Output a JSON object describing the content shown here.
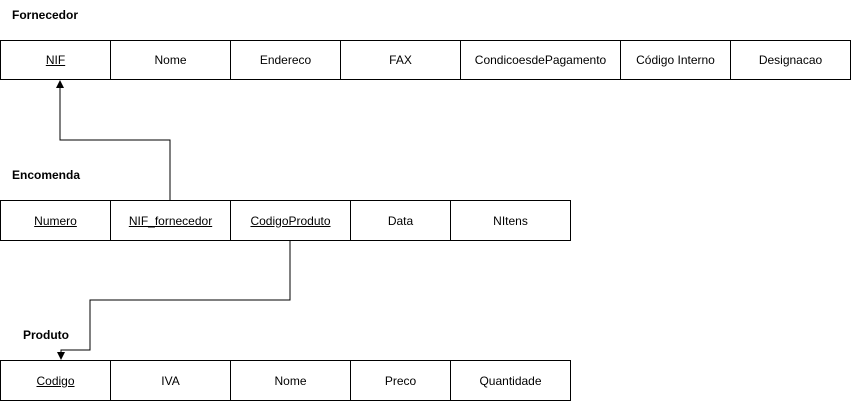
{
  "tables": {
    "fornecedor": {
      "title": "Fornecedor",
      "columns": [
        "NIF",
        "Nome",
        "Endereco",
        "FAX",
        "CondicoesdePagamento",
        "Código Interno",
        "Designacao"
      ]
    },
    "encomenda": {
      "title": "Encomenda",
      "columns": [
        "Numero",
        "NIF_fornecedor",
        "CodigoProduto",
        "Data",
        "NItens"
      ]
    },
    "produto": {
      "title": "Produto",
      "columns": [
        "Codigo",
        "IVA",
        "Nome",
        "Preco",
        "Quantidade"
      ]
    }
  },
  "relations": [
    {
      "from": "encomenda.NIF_fornecedor",
      "to": "fornecedor.NIF"
    },
    {
      "from": "encomenda.CodigoProduto",
      "to": "produto.Codigo"
    }
  ]
}
